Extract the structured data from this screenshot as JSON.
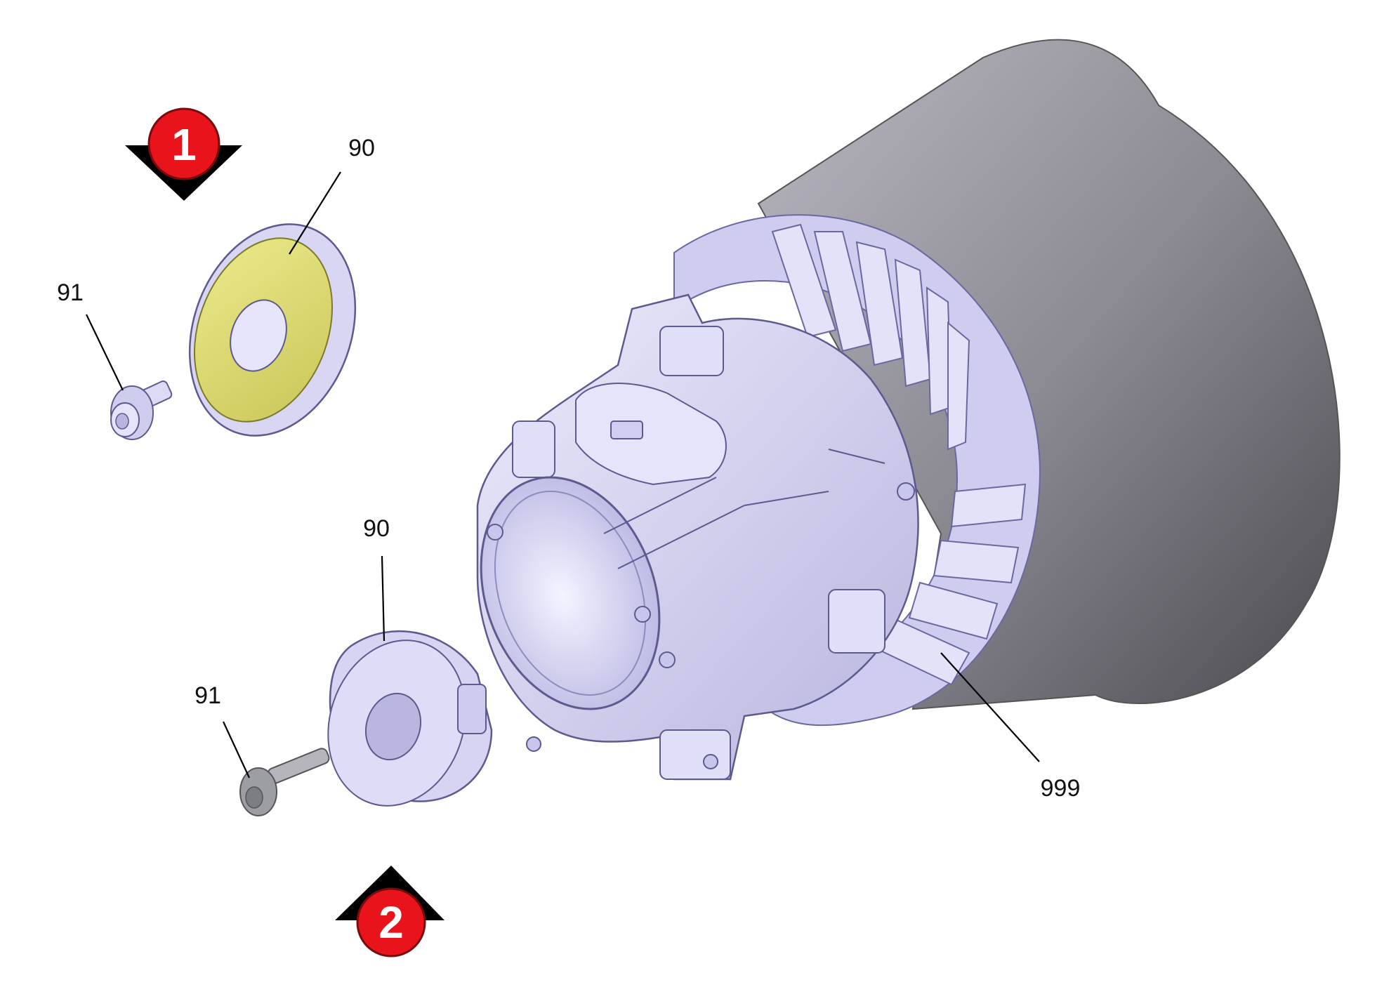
{
  "diagram": {
    "markers": [
      {
        "id": "1",
        "label": "1",
        "arrow": "down"
      },
      {
        "id": "2",
        "label": "2",
        "arrow": "up"
      }
    ],
    "callouts": {
      "top_washer": "90",
      "top_screw": "91",
      "bottom_washer": "90",
      "bottom_screw": "91",
      "motor": "999"
    },
    "colors": {
      "marker_red": "#e8131b",
      "part_lavender": "#d6d4f2",
      "seal_yellow": "#e4e27a",
      "motor_gray": "#8a8a8f"
    }
  }
}
